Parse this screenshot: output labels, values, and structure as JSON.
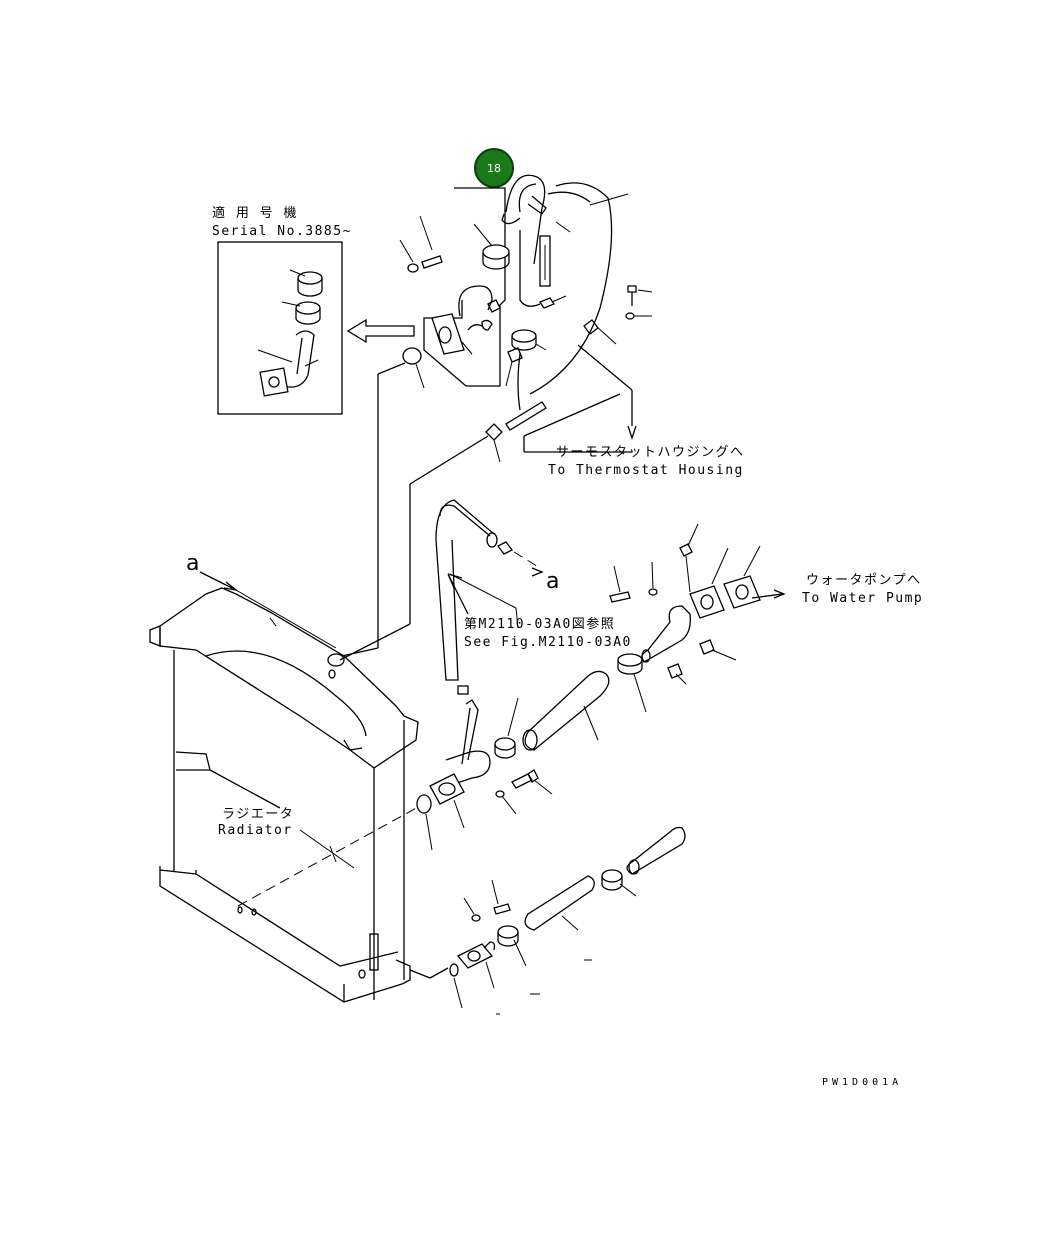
{
  "callout": {
    "number": "18",
    "color": "#1a7a1a",
    "ring": "#0b3d0b"
  },
  "labels": {
    "applicable_jp": "適 用 号 機",
    "serial": "Serial No.3885~",
    "thermostat_jp": "サーモスタットハウジングへ",
    "thermostat_en": "To Thermostat Housing",
    "water_pump_jp": "ウォータポンプへ",
    "water_pump_en": "To Water Pump",
    "see_fig_jp": "第M2110-03A0図参照",
    "see_fig_en": "See Fig.M2110-03A0",
    "radiator_jp": "ラジエータ",
    "radiator_en": "Radiator",
    "ref_a_top": "a",
    "ref_a_right": "a",
    "drawing_code": "PW1D001A"
  }
}
